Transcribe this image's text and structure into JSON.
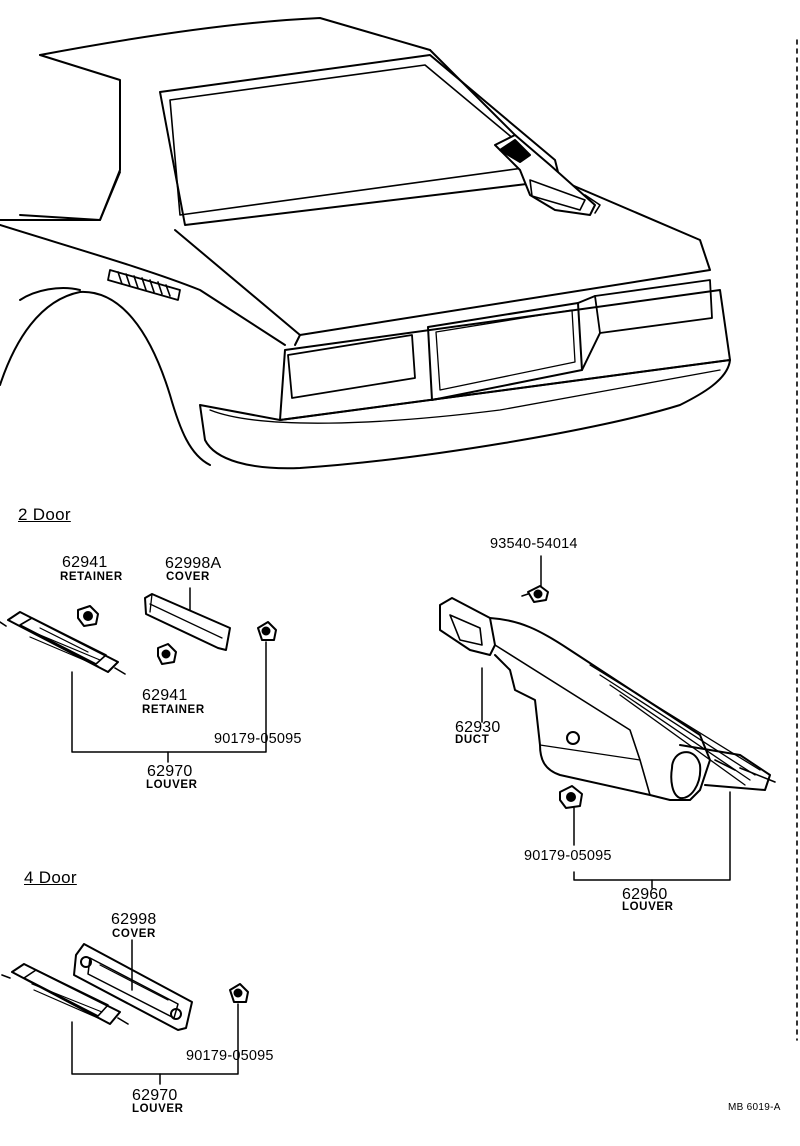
{
  "sections": {
    "two_door": "2 Door",
    "four_door": "4 Door"
  },
  "parts": {
    "retainer_a": {
      "number": "62941",
      "name": "RETAINER"
    },
    "retainer_b": {
      "number": "62941",
      "name": "RETAINER"
    },
    "cover_2door": {
      "number": "62998A",
      "name": "COVER"
    },
    "screw_2door": {
      "number": "90179-05095"
    },
    "louver_2door": {
      "number": "62970",
      "name": "LOUVER"
    },
    "clip": {
      "number": "93540-54014"
    },
    "duct": {
      "number": "62930",
      "name": "DUCT"
    },
    "screw_duct": {
      "number": "90179-05095"
    },
    "louver_duct": {
      "number": "62960",
      "name": "LOUVER"
    },
    "cover_4door": {
      "number": "62998",
      "name": "COVER"
    },
    "screw_4door": {
      "number": "90179-05095"
    },
    "louver_4door": {
      "number": "62970",
      "name": "LOUVER"
    }
  },
  "drawing_code": "MB 6019-A",
  "colors": {
    "ink": "#000000",
    "paper": "#ffffff"
  }
}
